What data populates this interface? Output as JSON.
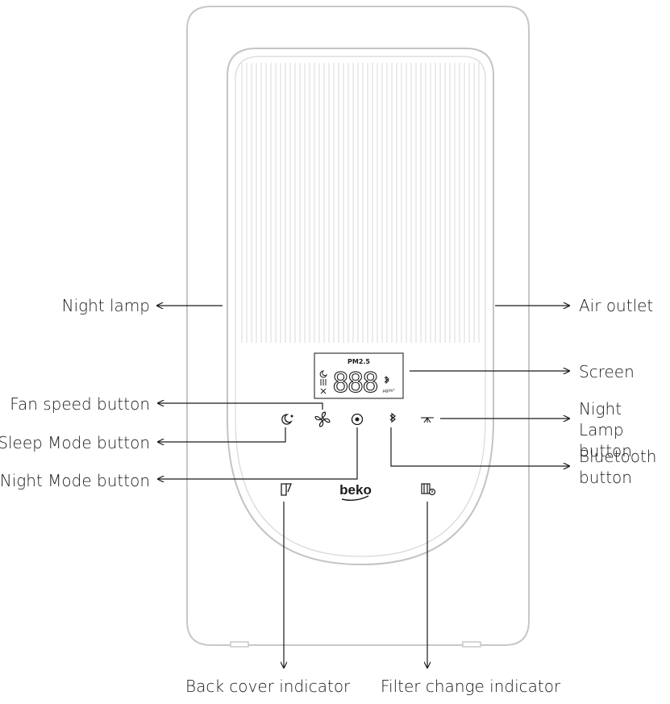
{
  "screen": {
    "pm_label": "PM2.5",
    "digits": "888",
    "unit": "µg/m³"
  },
  "brand": "beko",
  "callouts": {
    "night_lamp": "Night lamp",
    "air_outlet": "Air outlet",
    "screen": "Screen",
    "fan_speed_button": "Fan speed button",
    "night_lamp_button_line1": "Night Lamp",
    "night_lamp_button_line2": "button",
    "sleep_mode_button": "Sleep Mode button",
    "bluetooth_button_line1": "Bluetooth",
    "bluetooth_button_line2": "button",
    "night_mode_button": "Night Mode button",
    "back_cover_indicator": "Back cover indicator",
    "filter_change_indicator": "Filter change indicator"
  },
  "icons": {
    "sleep": "moon-icon",
    "fan": "fan-icon",
    "night_mode": "target-icon",
    "bluetooth": "bluetooth-icon",
    "night_lamp": "lamp-icon",
    "back_cover": "door-icon",
    "filter": "filter-icon"
  },
  "colors": {
    "line": "#1a1a1a",
    "outline": "#cccccc",
    "grille": "#d9d9d9"
  }
}
